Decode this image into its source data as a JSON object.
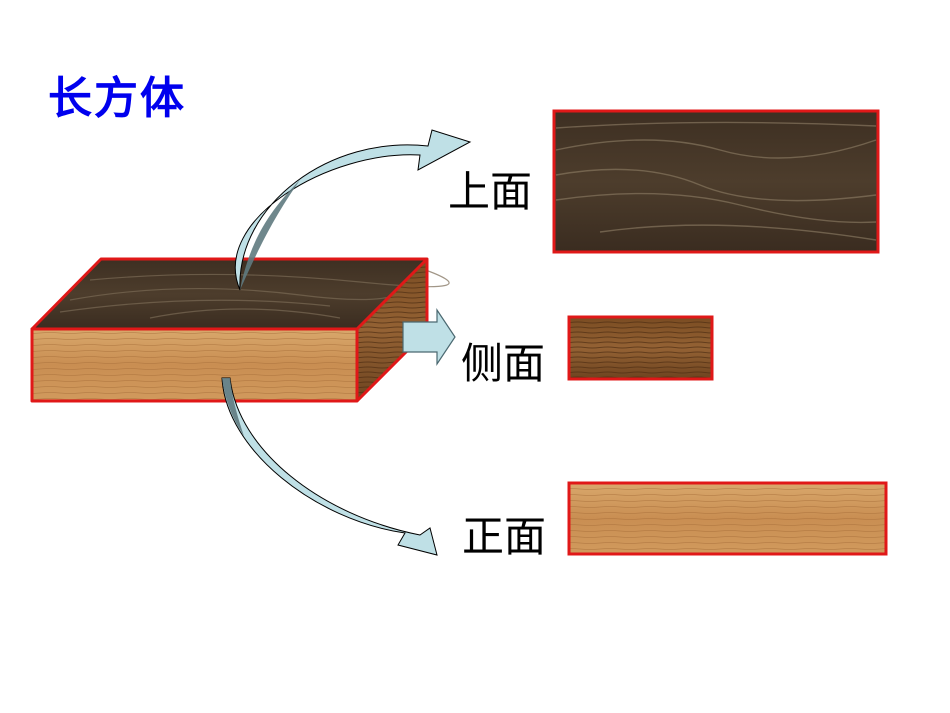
{
  "title": "长方体",
  "faces": {
    "top": {
      "label": "上面"
    },
    "side": {
      "label": "侧面"
    },
    "front": {
      "label": "正面"
    }
  },
  "colors": {
    "title": "#0000ee",
    "outline": "#e01818",
    "dark_wood": "#4a3a2a",
    "medium_wood": "#8a5a2a",
    "light_wood": "#cf9a5e",
    "arrow_fill": "#bfe0e6"
  }
}
